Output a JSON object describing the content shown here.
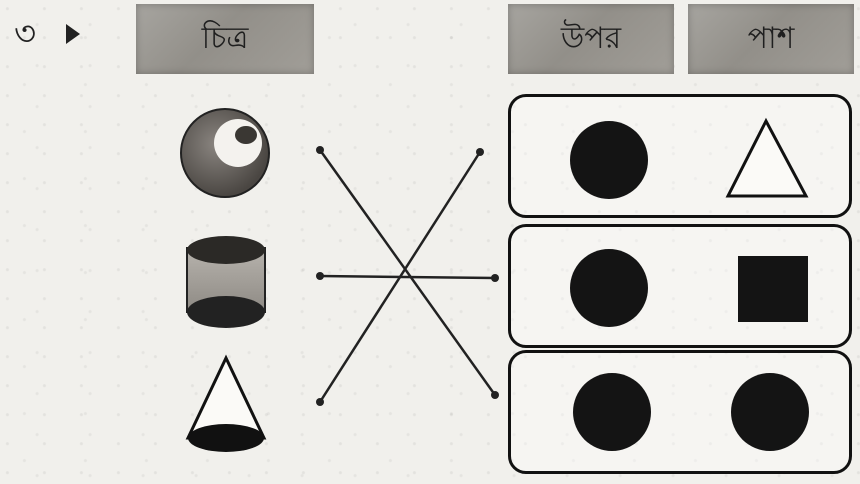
{
  "question": {
    "number": "৩"
  },
  "headers": {
    "picture": "চিত্র",
    "top_view": "উপর",
    "side_view": "পাশ"
  },
  "objects": [
    {
      "icon": "sphere-icon"
    },
    {
      "icon": "cylinder-icon"
    },
    {
      "icon": "cone-icon"
    }
  ],
  "views": [
    {
      "top": "filled-circle-icon",
      "side": "triangle-icon"
    },
    {
      "top": "filled-circle-icon",
      "side": "filled-square-icon"
    },
    {
      "top": "filled-circle-icon",
      "side": "filled-circle-icon"
    }
  ],
  "matching": [
    {
      "object": 1,
      "view_row": 3
    },
    {
      "object": 2,
      "view_row": 2
    },
    {
      "object": 3,
      "view_row": 1
    }
  ]
}
